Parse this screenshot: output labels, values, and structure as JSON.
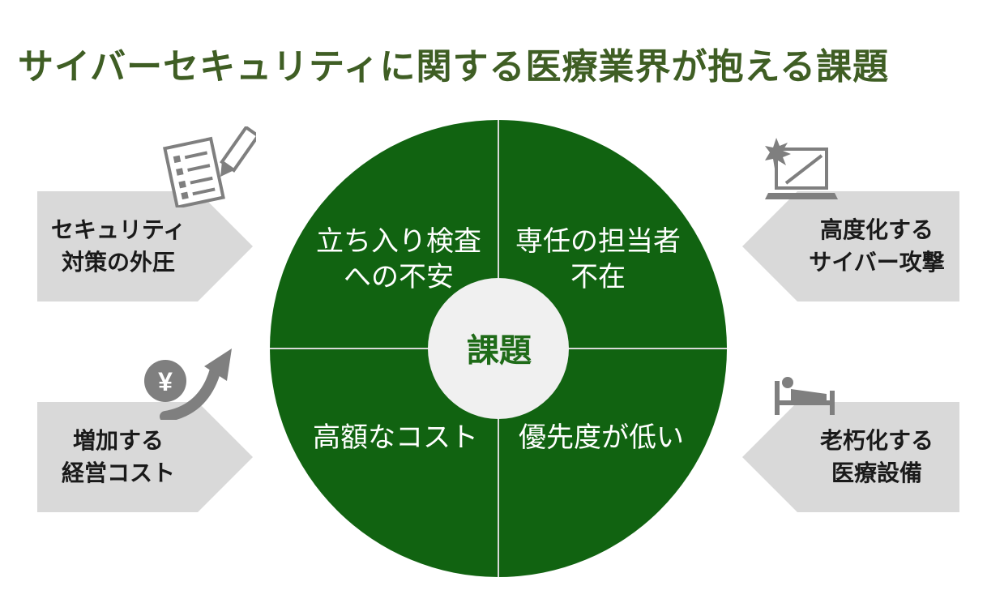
{
  "title": "サイバーセキュリティに関する医療業界が抱える課題",
  "colors": {
    "title": "#3f5e24",
    "circle": "#116311",
    "center": "#f0f0f0",
    "arrow": "#d9d9d9",
    "icon": "#7f7f7f"
  },
  "center_label": "課題",
  "quadrants": {
    "top_left": "立ち入り検査\nへの不安",
    "top_right": "専任の担当者\n不在",
    "bottom_left": "高額なコスト",
    "bottom_right": "優先度が低い"
  },
  "left_factors": [
    {
      "text": "セキュリティ\n対策の外圧",
      "icon": "checklist-pencil-icon"
    },
    {
      "text": "増加する\n経営コスト",
      "icon": "yen-rising-arrow-icon"
    }
  ],
  "right_factors": [
    {
      "text": "高度化する\nサイバー攻撃",
      "icon": "attacked-laptop-icon"
    },
    {
      "text": "老朽化する\n医療設備",
      "icon": "hospital-bed-icon"
    }
  ],
  "yen_symbol": "¥"
}
